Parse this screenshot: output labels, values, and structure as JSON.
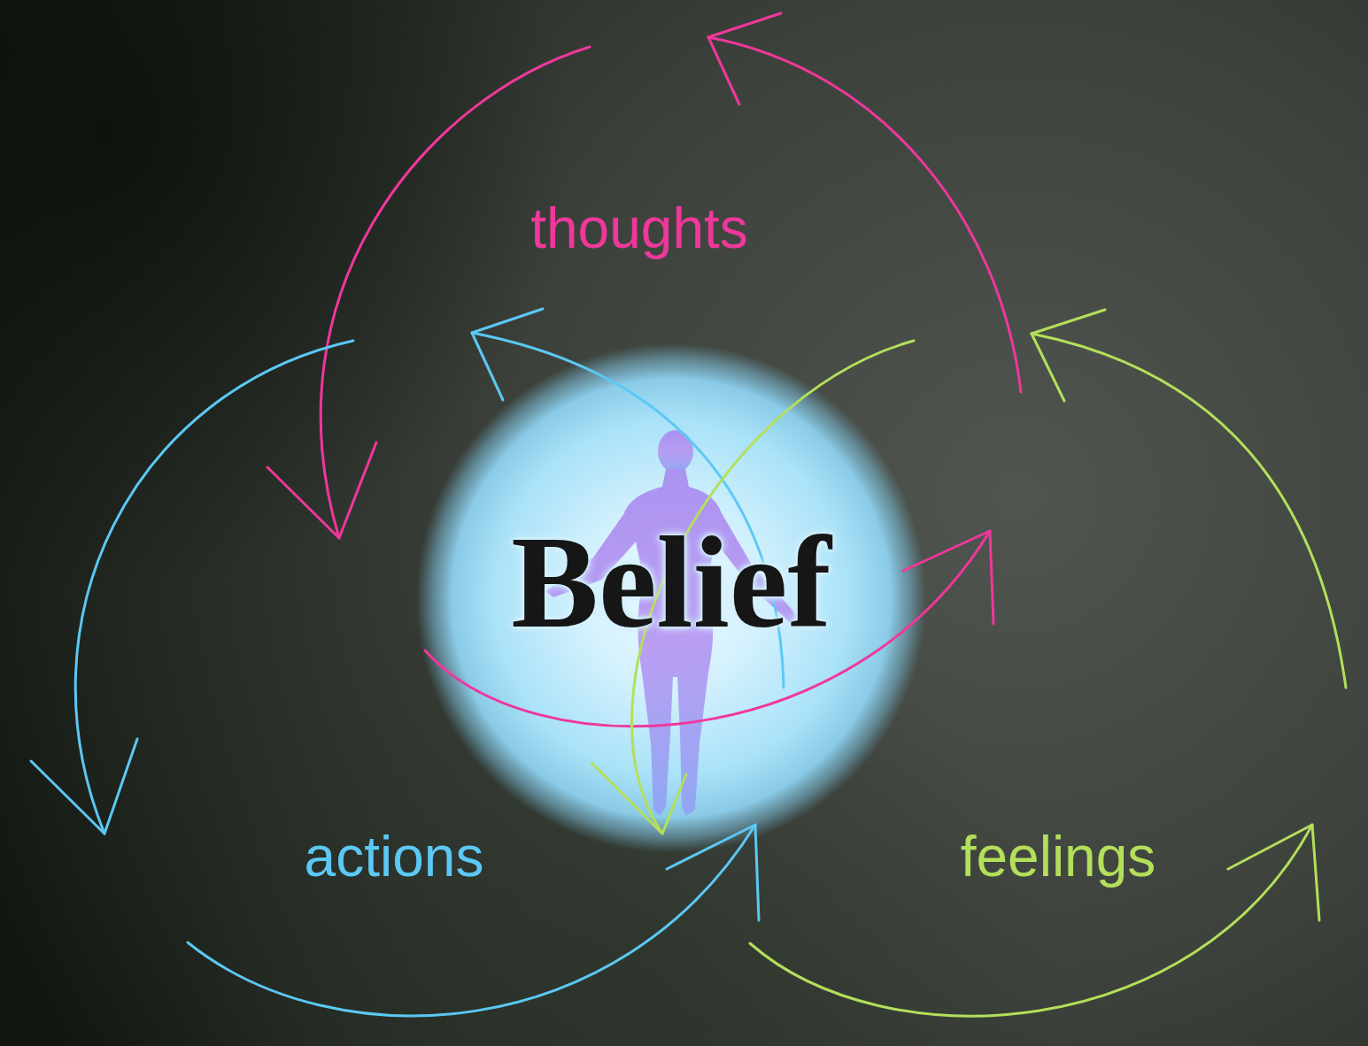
{
  "diagram": {
    "nodes": [
      {
        "text": [
          "Belief"
        ]
      }
    ],
    "labels": [
      "thoughts",
      "actions",
      "feelings"
    ]
  }
}
